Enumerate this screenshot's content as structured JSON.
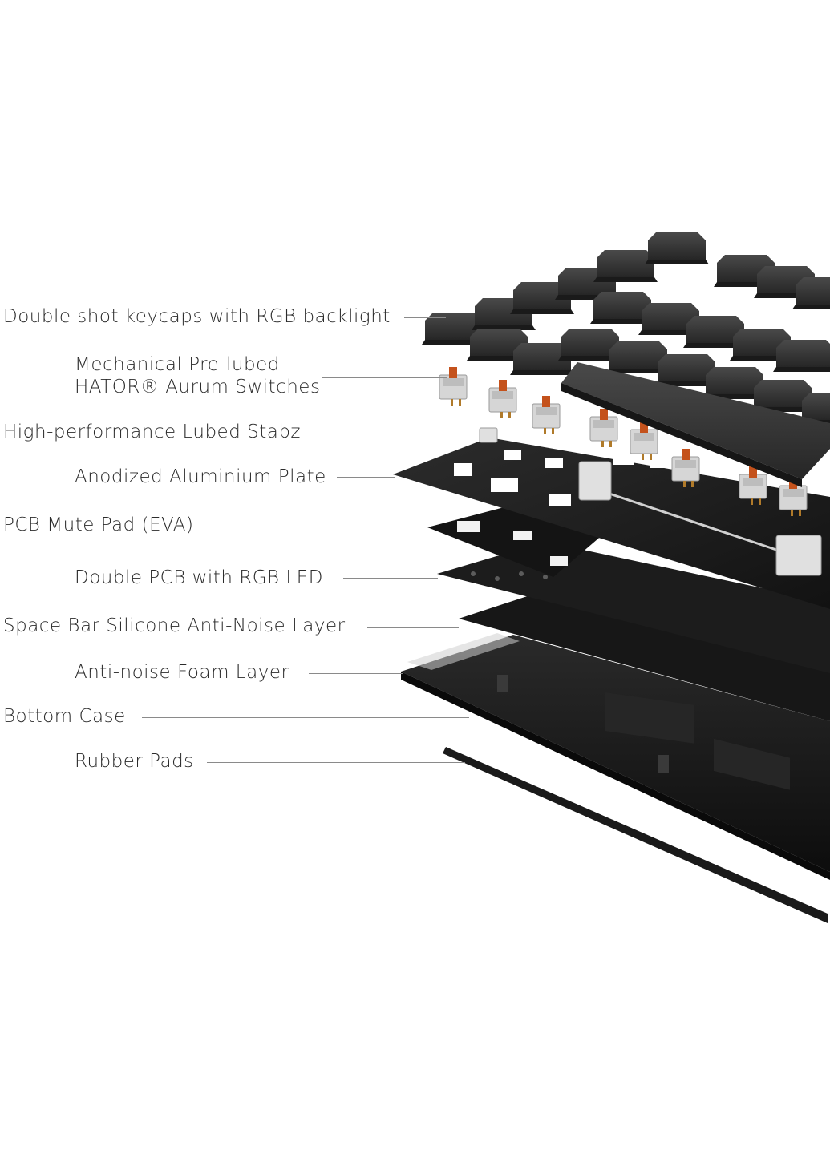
{
  "layers": [
    {
      "id": "keycaps",
      "label_lines": [
        "Double shot keycaps with RGB backlight"
      ]
    },
    {
      "id": "switches",
      "label_lines": [
        "Mechanical Pre-lubed",
        "HATOR® Aurum Switches"
      ]
    },
    {
      "id": "stabs",
      "label_lines": [
        "High-performance Lubed Stabz"
      ]
    },
    {
      "id": "plate",
      "label_lines": [
        "Anodized Aluminium Plate"
      ]
    },
    {
      "id": "mutepad",
      "label_lines": [
        "PCB Mute Pad (EVA)"
      ]
    },
    {
      "id": "pcb",
      "label_lines": [
        "Double PCB with RGB LED"
      ]
    },
    {
      "id": "spacebar",
      "label_lines": [
        "Space Bar Silicone Anti-Noise Layer"
      ]
    },
    {
      "id": "foam",
      "label_lines": [
        "Anti-noise Foam Layer"
      ]
    },
    {
      "id": "case",
      "label_lines": [
        "Bottom Case"
      ]
    },
    {
      "id": "pads",
      "label_lines": [
        "Rubber Pads"
      ]
    }
  ],
  "colors": {
    "keycap": "#2a2a2a",
    "keycap_top": "#3a3a3a",
    "plate": "#1e1e1e",
    "switch_housing": "#cfcfcf",
    "switch_stem": "#c4521c",
    "leader": "#8a8a8a",
    "text": "#2b2b2b"
  }
}
